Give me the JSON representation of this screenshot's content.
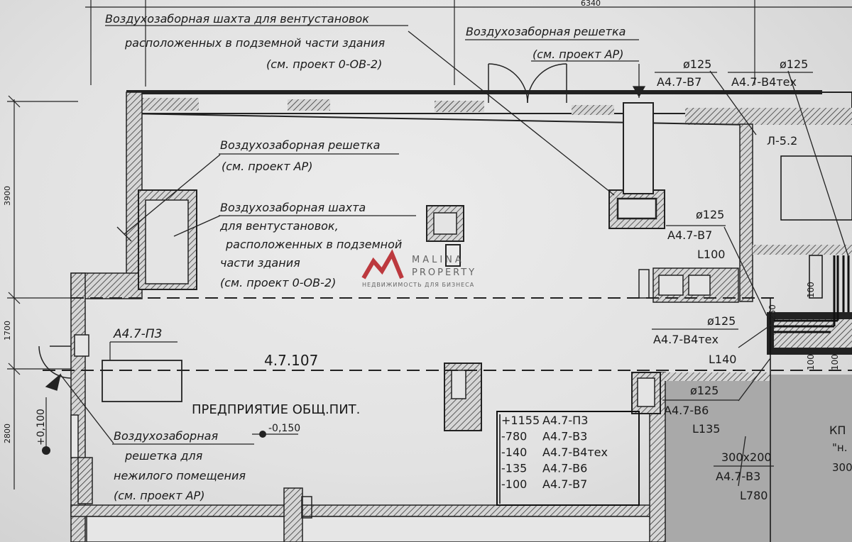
{
  "dims": {
    "top": "6340",
    "left": [
      "3900",
      "1700",
      "2800"
    ]
  },
  "labels": {
    "shaft_top": [
      "Воздухозаборная шахта для вентустановок",
      "расположенных в подземной части здания",
      "(см. проект 0-ОВ-2)"
    ],
    "grille_top": [
      "Воздухозаборная решетка",
      "(см. проект АР)"
    ],
    "grille_left": [
      "Воздухозаборная решетка",
      "(см. проект АР)"
    ],
    "shaft_mid": [
      "Воздухозаборная шахта",
      "для вентустановок,",
      "расположенных в подземной",
      "части здания",
      "(см. проект 0-ОВ-2)"
    ],
    "grille_bottom": [
      "Воздухозаборная",
      "решетка  для",
      "нежилого помещения",
      "(см. проект АР)"
    ],
    "ducts": {
      "d1": [
        "ø125",
        "А4.7-В7"
      ],
      "d2": [
        "ø125",
        "А4.7-В4тех"
      ],
      "d3": [
        "ø125",
        "А4.7-В7",
        "L100"
      ],
      "d4": [
        "ø125",
        "А4.7-В4тех",
        "L140"
      ],
      "d5": [
        "ø125",
        "А4.7-В6",
        "L135"
      ],
      "d6": [
        "300х200",
        "А4.7-В3",
        "L780"
      ]
    },
    "room_label": "Л-5.2",
    "equipment": "А4.7-П3",
    "room_number": "4.7.107",
    "room_name": "ПРЕДПРИЯТИЕ ОБЩ.ПИТ.",
    "level_left": "+0,100",
    "level_floor": "-0,150",
    "right_edge": [
      "КП",
      "\"н.",
      "300"
    ],
    "small_100a": "100",
    "small_100b": "100",
    "small_100c": "100",
    "small_250": "250"
  },
  "legend": [
    {
      "level": "+1155",
      "system": "А4.7-П3"
    },
    {
      "level": "-780",
      "system": "А4.7-В3"
    },
    {
      "level": "-140",
      "system": "А4.7-В4тех"
    },
    {
      "level": "-135",
      "system": "А4.7-В6"
    },
    {
      "level": "-100",
      "system": "А4.7-В7"
    }
  ],
  "watermark": {
    "line1": "MALINA",
    "line2": "PROPERTY",
    "tagline": "НЕДВИЖИМОСТЬ ДЛЯ БИЗНЕСА",
    "color": "#b8262c"
  }
}
